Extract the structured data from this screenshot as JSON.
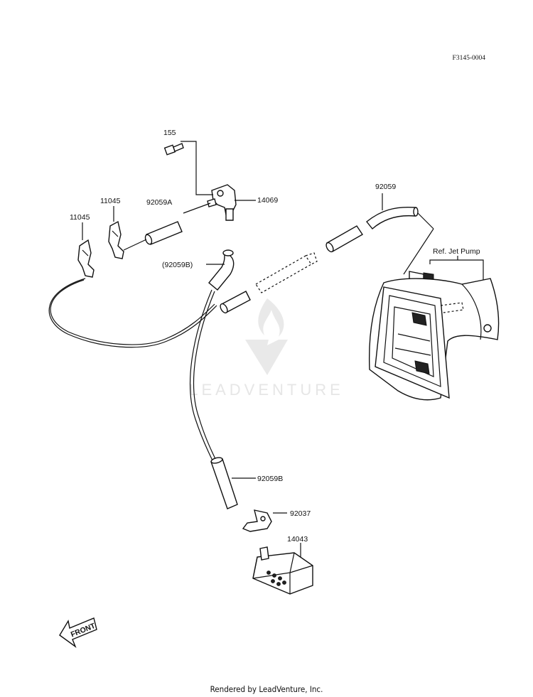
{
  "diagram_id": "F3145-0004",
  "watermark": "LEADVENTURE",
  "footer": "Rendered by LeadVenture, Inc.",
  "front_label": "FRONT",
  "ref_label": "Ref. Jet Pump",
  "labels": {
    "p155": "155",
    "p11045_a": "11045",
    "p11045_b": "11045",
    "p92059A": "92059A",
    "p14069": "14069",
    "p92059B_paren": "(92059B)",
    "p92059": "92059",
    "p92059B": "92059B",
    "p92037": "92037",
    "p14043": "14043"
  }
}
